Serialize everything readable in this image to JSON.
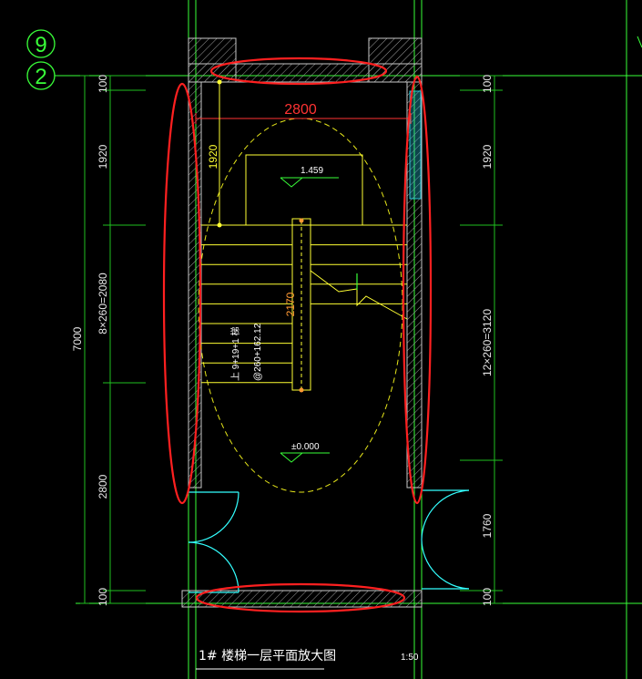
{
  "grid_labels": [
    "9",
    "2"
  ],
  "dimensions": {
    "left": [
      "100",
      "1920",
      "8×260=2080",
      "2800",
      "100"
    ],
    "left_total": "7000",
    "right": [
      "100",
      "1920",
      "12×260=3120",
      "1760",
      "100"
    ],
    "width": "2800",
    "landing_depth": "1920",
    "handrail": "2170"
  },
  "levels": {
    "landing": "1.459",
    "floor": "±0.000"
  },
  "annotation": {
    "line1": "上 9+19+1 梯",
    "line2": "@260+162.12"
  },
  "title": "1# 楼梯一层平面放大图",
  "scale": "1:50",
  "colors": {
    "background": "#000000",
    "grid": "#39ff39",
    "wall": "#c8c8c8",
    "stair": "#ffff33",
    "dim_line": "#20c020",
    "highlight": "#ff2020",
    "door": "#33ffff",
    "dashed_circle": "#e6e61a"
  }
}
